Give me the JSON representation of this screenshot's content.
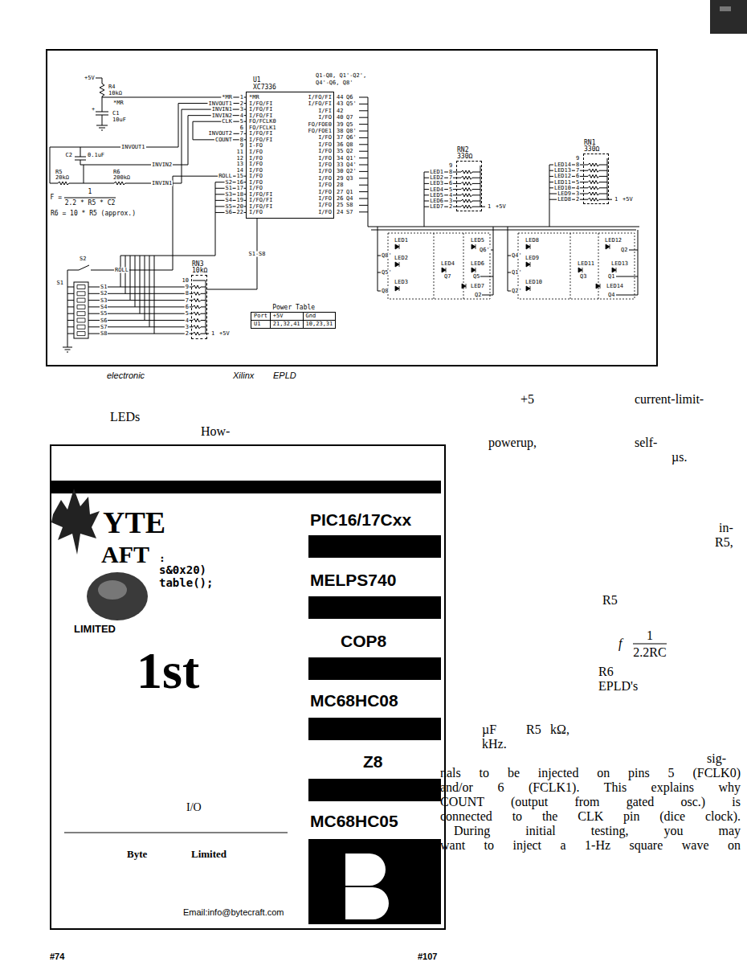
{
  "diagram": {
    "nodes": [
      {
        "text": [
          "U1",
          "XC7336"
        ]
      },
      {
        "text": [
          "RN2",
          "330Ω"
        ]
      },
      {
        "text": [
          "RN1",
          "330Ω"
        ]
      },
      {
        "text": [
          "RN3",
          "10kΩ"
        ]
      },
      {
        "text": [
          "Power Table",
          "Port",
          "+5V",
          "Gnd",
          "U1",
          "21,32,41",
          "10,23,31"
        ]
      },
      {
        "text": [
          "YTE",
          "AFT",
          ":",
          "s&0x20)",
          "table();",
          "LIMITED",
          "1st",
          "I/O",
          "Byte",
          "Limited",
          "Email:info@bytecraft.com",
          "PIC16/17Cxx",
          "MELPS740",
          "COP8",
          "MC68HC08",
          "Z8",
          "MC68HC05"
        ]
      }
    ],
    "edges": [
      {
        "from": 0,
        "to": 3,
        "arrow": "none",
        "label": "S1-S8"
      }
    ],
    "labels": [
      "Q1-Q8, Q1'-Q2',",
      "Q4'-Q6, Q8'",
      "+5V",
      "R4",
      "10kΩ",
      "*MR",
      "+",
      "C1",
      "10uF",
      "C2",
      "INVOUT1",
      "0.1uF",
      "R5",
      "20kΩ",
      "R6",
      "200kΩ",
      "INVIN2",
      "INVIN1",
      "F =",
      "1",
      "2.2 * R5 * C2",
      "R6 = 10 * R5 (approx.)",
      "*MR",
      "INVOUT1",
      "INVIN1",
      "INVIN2",
      "CLK",
      "INVOUT2",
      "COUNT",
      "ROLL",
      "S2",
      "S1",
      "S3",
      "S4",
      "S5",
      "S6",
      "1",
      "2",
      "3",
      "4",
      "5",
      "6",
      "7",
      "8",
      "9",
      "11",
      "12",
      "13",
      "14",
      "15",
      "16",
      "17",
      "18",
      "19",
      "20",
      "22",
      "*MR",
      "I/FO/FI",
      "I/FO/FI",
      "I/FO/FI",
      "FO/FCLK0",
      "FO/FCLK1",
      "I/FO/FI",
      "I/FO/FI",
      "I-FO",
      "I/FO",
      "I/FO",
      "I/FO",
      "I/FO",
      "I/FO",
      "I/FO",
      "I/FO",
      "I/FO/FI",
      "I/FO/FI",
      "I/FO/FI",
      "I/FO",
      "I/FO/FI",
      "I/FO/FI",
      "I/FI",
      "I/FO",
      "FO/FOE0",
      "FO/FOE1",
      "I/FO",
      "I/FO",
      "I/FO",
      "I/FO",
      "I/FO",
      "I/FO",
      "I/FO",
      "I/FO",
      "I/FO",
      "I/FO",
      "I/FO",
      "I/FO",
      "44",
      "43",
      "42",
      "40",
      "39",
      "38",
      "37",
      "36",
      "35",
      "34",
      "33",
      "30",
      "29",
      "28",
      "27",
      "26",
      "25",
      "24",
      "Q6",
      "Q5'",
      "Q7",
      "Q5",
      "Q8'",
      "Q6'",
      "Q8",
      "Q2",
      "Q1'",
      "Q4'",
      "Q2'",
      "Q3",
      "Q1",
      "Q4",
      "S8",
      "S7",
      "9",
      "LED1",
      "LED2",
      "LED3",
      "LED4",
      "LED5",
      "LED6",
      "LED7",
      "8",
      "7",
      "6",
      "5",
      "4",
      "3",
      "2",
      "1",
      "+5V",
      "9",
      "LED14",
      "LED13",
      "LED12",
      "LED11",
      "LED10",
      "LED9",
      "LED8",
      "8",
      "7",
      "6",
      "5",
      "4",
      "3",
      "2",
      "1",
      "+5V",
      "LED1",
      "LED5",
      "Q8'",
      "Q6'",
      "LED2",
      "LED4",
      "LED6",
      "Q5'",
      "Q7",
      "Q5",
      "LED3",
      "LED7",
      "Q8",
      "Q2",
      "LED8",
      "LED12",
      "Q4'",
      "Q2",
      "LED9",
      "LED11",
      "LED13",
      "Q1'",
      "Q3",
      "Q1",
      "LED10",
      "LED14",
      "Q2'",
      "Q4",
      "S2",
      "ROLL",
      "S1",
      "S1",
      "S2",
      "S3",
      "S4",
      "S5",
      "S6",
      "S7",
      "S8",
      "10",
      "9",
      "8",
      "7",
      "6",
      "5",
      "4",
      "3",
      "2",
      "1",
      "+5V",
      "+5",
      "current-limit-",
      "LEDs",
      "How-",
      "powerup,",
      "self-",
      "µs.",
      "in-",
      "R5,",
      "R5",
      "f",
      "1",
      "2.2RC",
      "R6",
      "EPLD's",
      "µF",
      "R5",
      "kΩ,",
      "kHz.",
      "sig-",
      "nals to be injected on pins 5 (FCLK0)",
      "and/or 6 (FCLK1). This explains why",
      "COUNT (output from gated osc.) is",
      "connected to the CLK pin (dice clock).",
      "During initial testing, you may",
      "want to inject a 1-Hz square wave on",
      "electronic",
      "Xilinx",
      "EPLD",
      "#74",
      "#107"
    ]
  }
}
